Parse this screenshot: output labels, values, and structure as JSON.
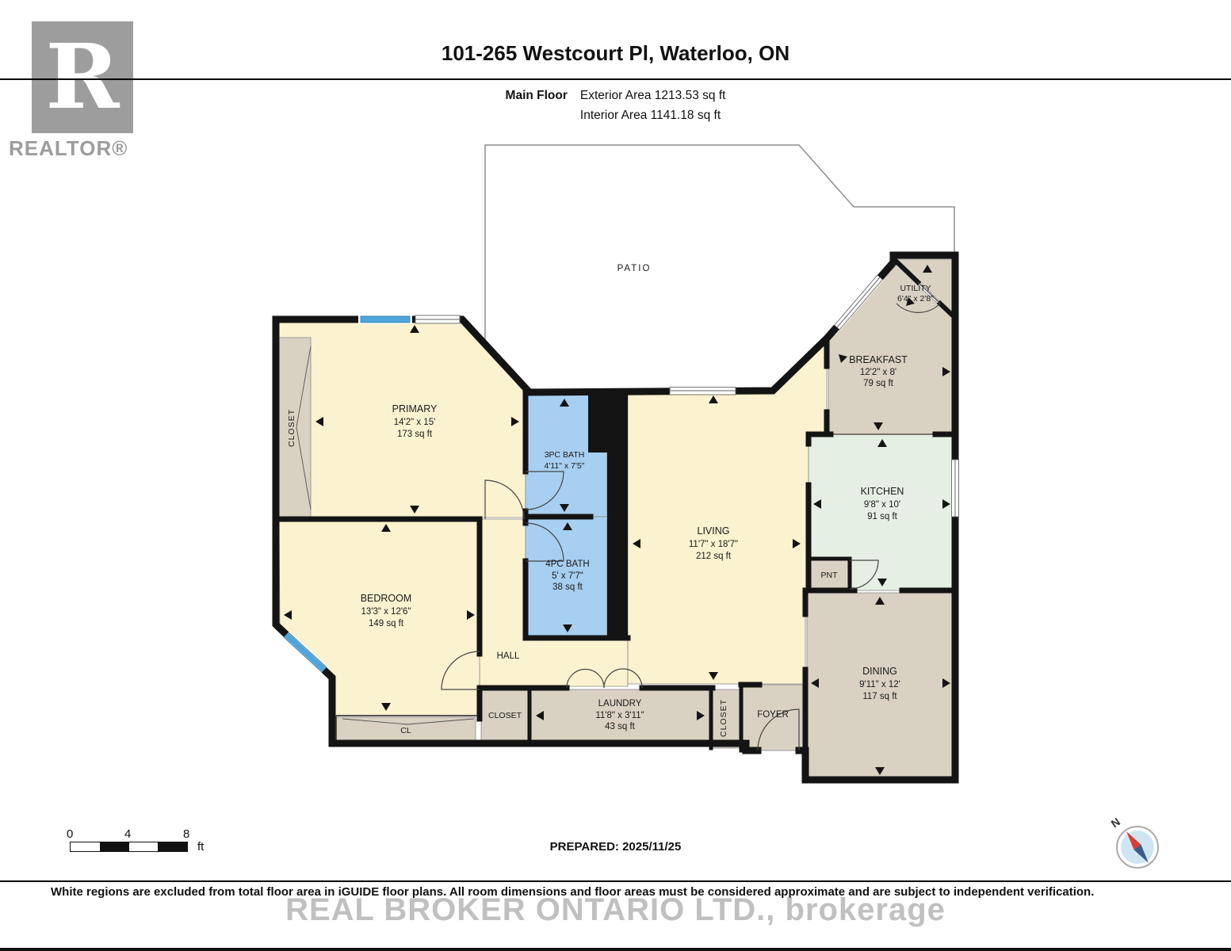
{
  "header": {
    "title": "101-265 Westcourt Pl, Waterloo, ON",
    "floor_label": "Main Floor",
    "exterior_area": "Exterior Area 1213.53 sq ft",
    "interior_area": "Interior Area 1141.18 sq ft"
  },
  "logo": {
    "letter": "R",
    "brand": "REALTOR®"
  },
  "rooms": {
    "patio": {
      "name": "PATIO"
    },
    "utility": {
      "name": "UTILITY",
      "dims": "6'4\" x 2'8\""
    },
    "breakfast": {
      "name": "BREAKFAST",
      "dims": "12'2\" x 8'",
      "area": "79 sq ft"
    },
    "kitchen": {
      "name": "KITCHEN",
      "dims": "9'8\" x 10'",
      "area": "91 sq ft"
    },
    "primary": {
      "name": "PRIMARY",
      "dims": "14'2\" x 15'",
      "area": "173 sq ft"
    },
    "closet_primary": {
      "name": "CLOSET"
    },
    "bath3": {
      "name": "3PC BATH",
      "dims": "4'11\" x 7'5\""
    },
    "bath4": {
      "name": "4PC BATH",
      "dims": "5' x 7'7\"",
      "area": "38 sq ft"
    },
    "living": {
      "name": "LIVING",
      "dims": "11'7\" x 18'7\"",
      "area": "212 sq ft"
    },
    "bedroom": {
      "name": "BEDROOM",
      "dims": "13'3\" x 12'6\"",
      "area": "149 sq ft"
    },
    "hall": {
      "name": "HALL"
    },
    "cl": {
      "name": "CL"
    },
    "closet_hall": {
      "name": "CLOSET"
    },
    "laundry": {
      "name": "LAUNDRY",
      "dims": "11'8\" x 3'11\"",
      "area": "43 sq ft"
    },
    "closet_foyer": {
      "name": "CLOSET"
    },
    "foyer": {
      "name": "FOYER"
    },
    "pantry": {
      "name": "PNT"
    },
    "dining": {
      "name": "DINING",
      "dims": "9'11\" x 12'",
      "area": "117 sq ft"
    }
  },
  "scale": {
    "zero": "0",
    "four": "4",
    "eight": "8",
    "unit": "ft"
  },
  "compass": {
    "n": "N"
  },
  "footer": {
    "prepared": "PREPARED: 2025/11/25",
    "disclaimer": "White regions are excluded from total floor area in iGUIDE floor plans. All room dimensions and floor areas must be considered approximate and are subject to independent verification.",
    "watermark": "REAL BROKER ONTARIO LTD., brokerage"
  },
  "colors": {
    "room_cream": "#FBF2CF",
    "room_tan": "#D9D2C2",
    "room_bath_blue": "#A6CFF1",
    "room_kitchen_mint": "#E6EFE4",
    "wall": "#141414",
    "window_glass": "#4FA5D8",
    "logo_gray": "#9D9D9D"
  }
}
